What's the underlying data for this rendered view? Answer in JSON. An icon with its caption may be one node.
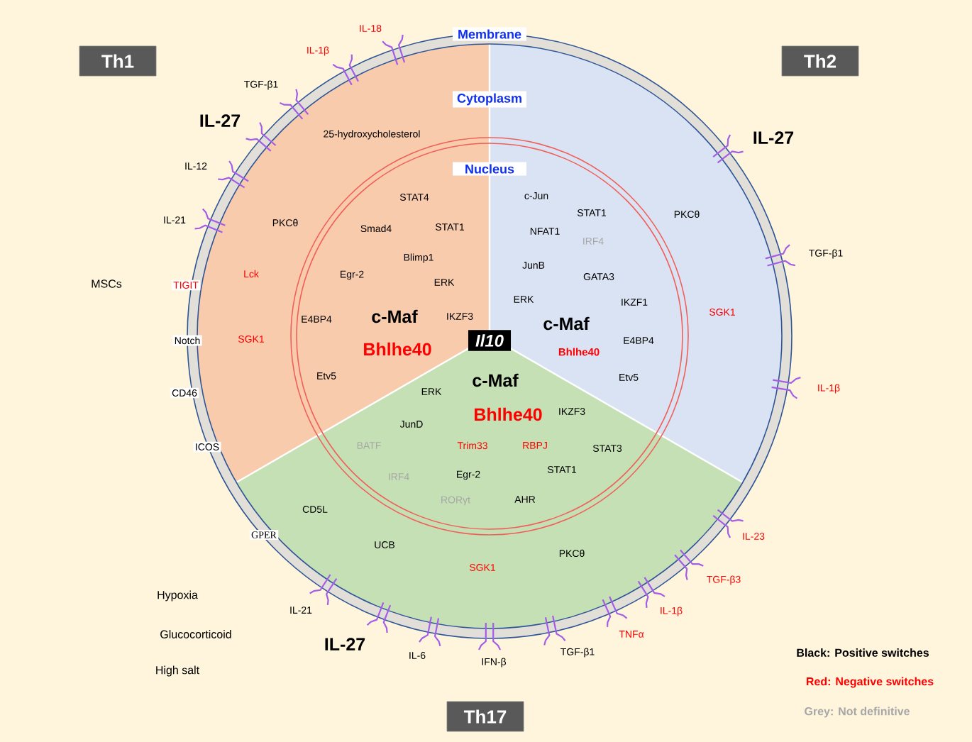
{
  "diagram": {
    "nodes": [
      {
        "text": [
          "Membrane",
          "Cytoplasm"
        ]
      },
      {
        "text": [
          "Nucleus"
        ],
        "in": 0
      },
      {
        "text": [
          "Il10"
        ],
        "in": 1
      },
      {
        "text": [
          "Th1"
        ]
      },
      {
        "text": [
          "Th2"
        ]
      },
      {
        "text": [
          "Th17"
        ]
      }
    ],
    "labels": [
      "IL-18",
      "IL-1β",
      "TGF-β1",
      "IL-27",
      "IL-12",
      "IL-21",
      "MSCs",
      "TIGIT",
      "Notch",
      "CD46",
      "ICOS",
      "25-hydroxycholesterol",
      "PKCθ",
      "Lck",
      "SGK1",
      "STAT4",
      "Smad4",
      "STAT1",
      "Blimp1",
      "Egr-2",
      "ERK",
      "E4BP4",
      "c-Maf",
      "IKZF3",
      "Bhlhe40",
      "Etv5",
      "IL-27",
      "TGF-β1",
      "c-Jun",
      "STAT1",
      "NFAT1",
      "IRF4",
      "JunB",
      "GATA3",
      "ERK",
      "IKZF1",
      "c-Maf",
      "E4BP4",
      "Bhlhe40",
      "Etv5",
      "PKCθ",
      "SGK1",
      "ERK",
      "c-Maf",
      "IL-1β",
      "Bhlhe40",
      "JunD",
      "IKZF3",
      "BATF",
      "Trim33",
      "RBPJ",
      "STAT3",
      "IRF4",
      "Egr-2",
      "STAT1",
      "RORγt",
      "AHR",
      "CD5L",
      "UCB",
      "SGK1",
      "PKCθ",
      "GPER",
      "IL-23",
      "TGF-β3",
      "IL-1β",
      "TNFα",
      "TGF-β1",
      "IFN-β",
      "IL-6",
      "IL-27",
      "IL-21",
      "Hypoxia",
      "Glucocorticoid",
      "High salt"
    ],
    "legend": [
      {
        "text": "Black: Positive switches"
      },
      {
        "text": "Red: Negative switches"
      },
      {
        "text": "Grey: Not definitive"
      }
    ]
  }
}
